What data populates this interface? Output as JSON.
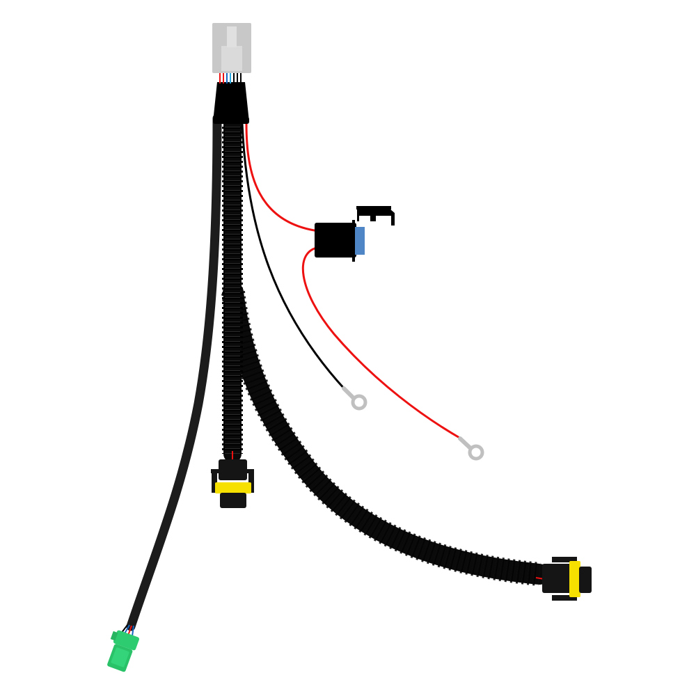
{
  "product": {
    "kind": "wiring-harness",
    "colors": {
      "background": "#ffffff",
      "sheath": "#1c1c1c",
      "conduit": "#0a0a0a",
      "power_wire": "#ee1111",
      "ground_wire": "#000000",
      "main_connector": "#c8c8c8",
      "main_connector_inner": "#e0e0e0",
      "seal_yellow": "#f5e000",
      "side_connector_green": "#2ecc71",
      "fuse_blue": "#4f86c6",
      "ring_terminal": "#c0c0c0"
    },
    "parts": [
      "main-plug-connector",
      "split-boot",
      "sheathed-lead",
      "green-mini-connector",
      "corrugated-conduit-short",
      "corrugated-conduit-long",
      "sealed-connector-a",
      "sealed-connector-b",
      "fuse-holder",
      "power-wire",
      "ground-wire",
      "ring-terminal-power",
      "ring-terminal-ground"
    ]
  }
}
